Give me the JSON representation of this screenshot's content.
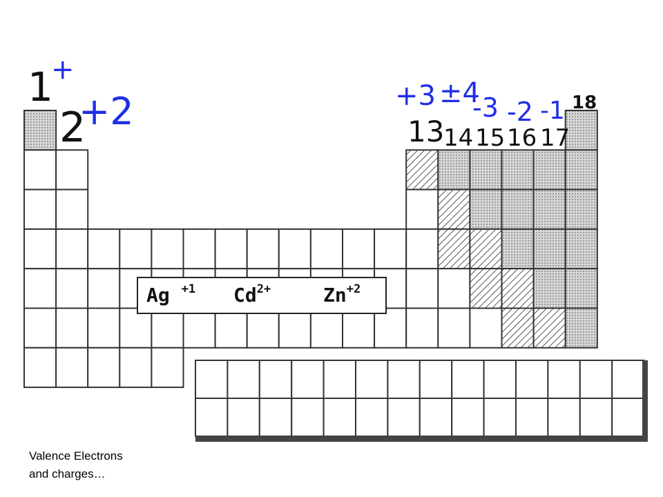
{
  "group_labels": {
    "g1": "1",
    "g1_charge": "+",
    "g2": "2",
    "g2_charge": "+2",
    "g13_charge": "+3",
    "g14_charge": "±4",
    "g15_charge": "-3",
    "g16_charge": "-2",
    "g17_charge": "-1",
    "g13": "13",
    "g14": "14",
    "g15": "15",
    "g16": "16",
    "g17": "17",
    "g18": "18"
  },
  "ions": {
    "ag_symbol": "Ag",
    "ag_charge": "+1",
    "cd_symbol": "Cd",
    "cd_charge": "2+",
    "zn_symbol": "Zn",
    "zn_charge": "+2"
  },
  "caption": {
    "line1": "Valence Electrons",
    "line2": "and charges…"
  },
  "colors": {
    "handwriting_blue": "#1f2ee6",
    "grid_line": "#333333",
    "shade_fill": "#c8c8c8"
  }
}
